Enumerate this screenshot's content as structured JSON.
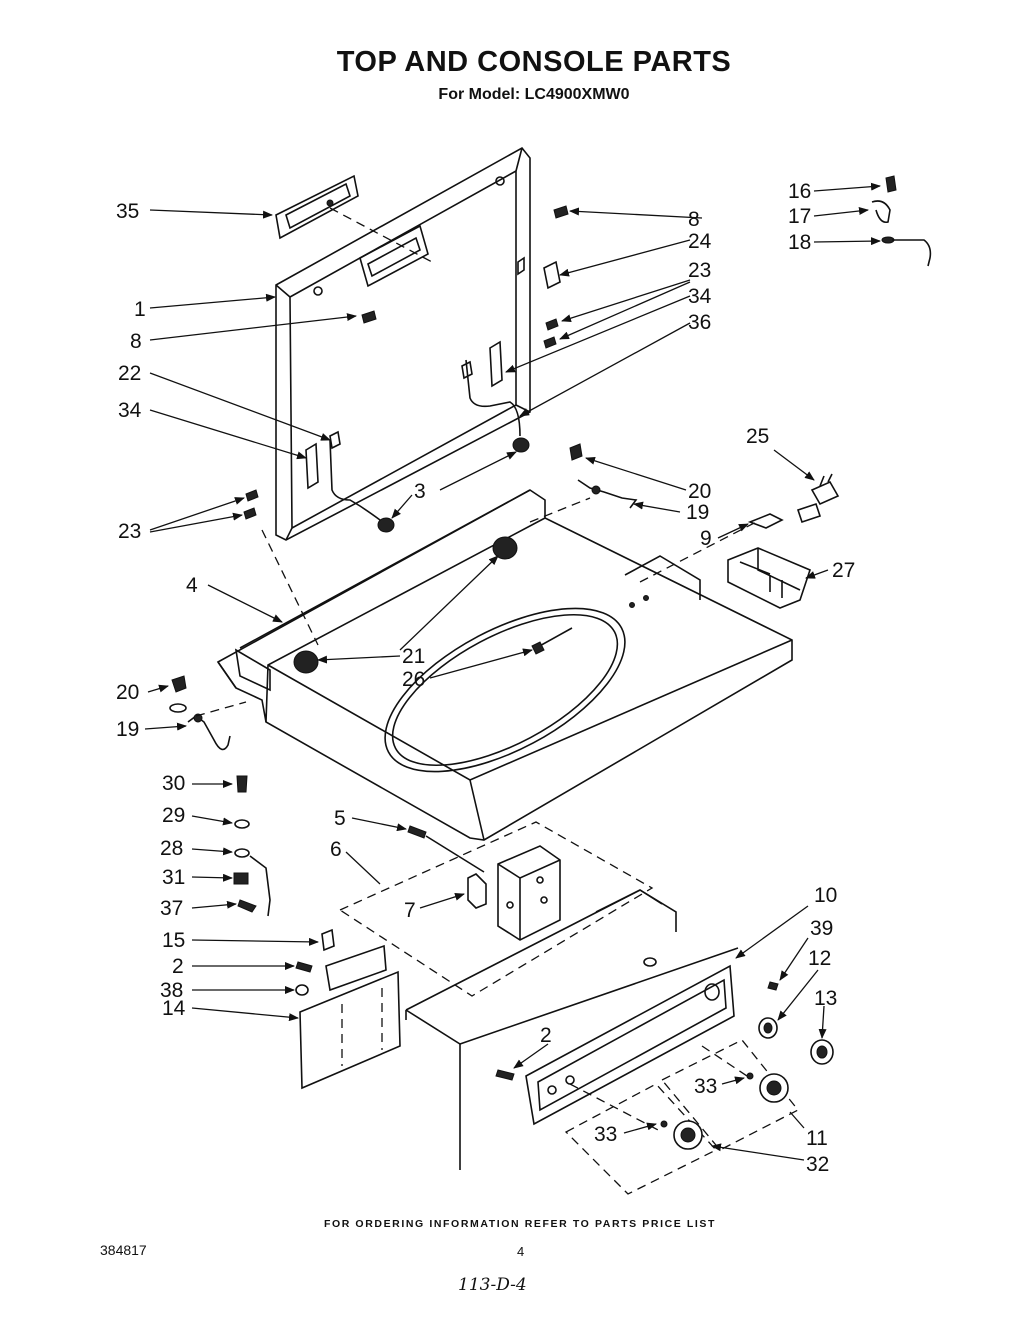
{
  "header": {
    "title": "TOP AND CONSOLE PARTS",
    "subtitle": "For Model: LC4900XMW0"
  },
  "callouts": [
    {
      "id": "c35",
      "label": "35"
    },
    {
      "id": "c1",
      "label": "1"
    },
    {
      "id": "c8a",
      "label": "8"
    },
    {
      "id": "c22",
      "label": "22"
    },
    {
      "id": "c34a",
      "label": "34"
    },
    {
      "id": "c23a",
      "label": "23"
    },
    {
      "id": "c4",
      "label": "4"
    },
    {
      "id": "c20a",
      "label": "20"
    },
    {
      "id": "c19a",
      "label": "19"
    },
    {
      "id": "c30",
      "label": "30"
    },
    {
      "id": "c29",
      "label": "29"
    },
    {
      "id": "c28",
      "label": "28"
    },
    {
      "id": "c31",
      "label": "31"
    },
    {
      "id": "c37",
      "label": "37"
    },
    {
      "id": "c15",
      "label": "15"
    },
    {
      "id": "c2a",
      "label": "2"
    },
    {
      "id": "c38",
      "label": "38"
    },
    {
      "id": "c14",
      "label": "14"
    },
    {
      "id": "c5",
      "label": "5"
    },
    {
      "id": "c6",
      "label": "6"
    },
    {
      "id": "c7",
      "label": "7"
    },
    {
      "id": "c2b",
      "label": "2"
    },
    {
      "id": "c33a",
      "label": "33"
    },
    {
      "id": "c33b",
      "label": "33"
    },
    {
      "id": "c8b",
      "label": "8"
    },
    {
      "id": "c24",
      "label": "24"
    },
    {
      "id": "c23b",
      "label": "23"
    },
    {
      "id": "c34b",
      "label": "34"
    },
    {
      "id": "c36",
      "label": "36"
    },
    {
      "id": "c3",
      "label": "3"
    },
    {
      "id": "c20b",
      "label": "20"
    },
    {
      "id": "c19b",
      "label": "19"
    },
    {
      "id": "c21",
      "label": "21"
    },
    {
      "id": "c26",
      "label": "26"
    },
    {
      "id": "c16",
      "label": "16"
    },
    {
      "id": "c17",
      "label": "17"
    },
    {
      "id": "c18",
      "label": "18"
    },
    {
      "id": "c25",
      "label": "25"
    },
    {
      "id": "c9",
      "label": "9"
    },
    {
      "id": "c27",
      "label": "27"
    },
    {
      "id": "c10",
      "label": "10"
    },
    {
      "id": "c39",
      "label": "39"
    },
    {
      "id": "c12",
      "label": "12"
    },
    {
      "id": "c13",
      "label": "13"
    },
    {
      "id": "c11",
      "label": "11"
    },
    {
      "id": "c32",
      "label": "32"
    }
  ],
  "footer": {
    "ordering_note": "FOR ORDERING INFORMATION REFER TO PARTS PRICE LIST",
    "document_number": "384817",
    "page_number": "4",
    "handwritten_note": "113-D-4"
  }
}
